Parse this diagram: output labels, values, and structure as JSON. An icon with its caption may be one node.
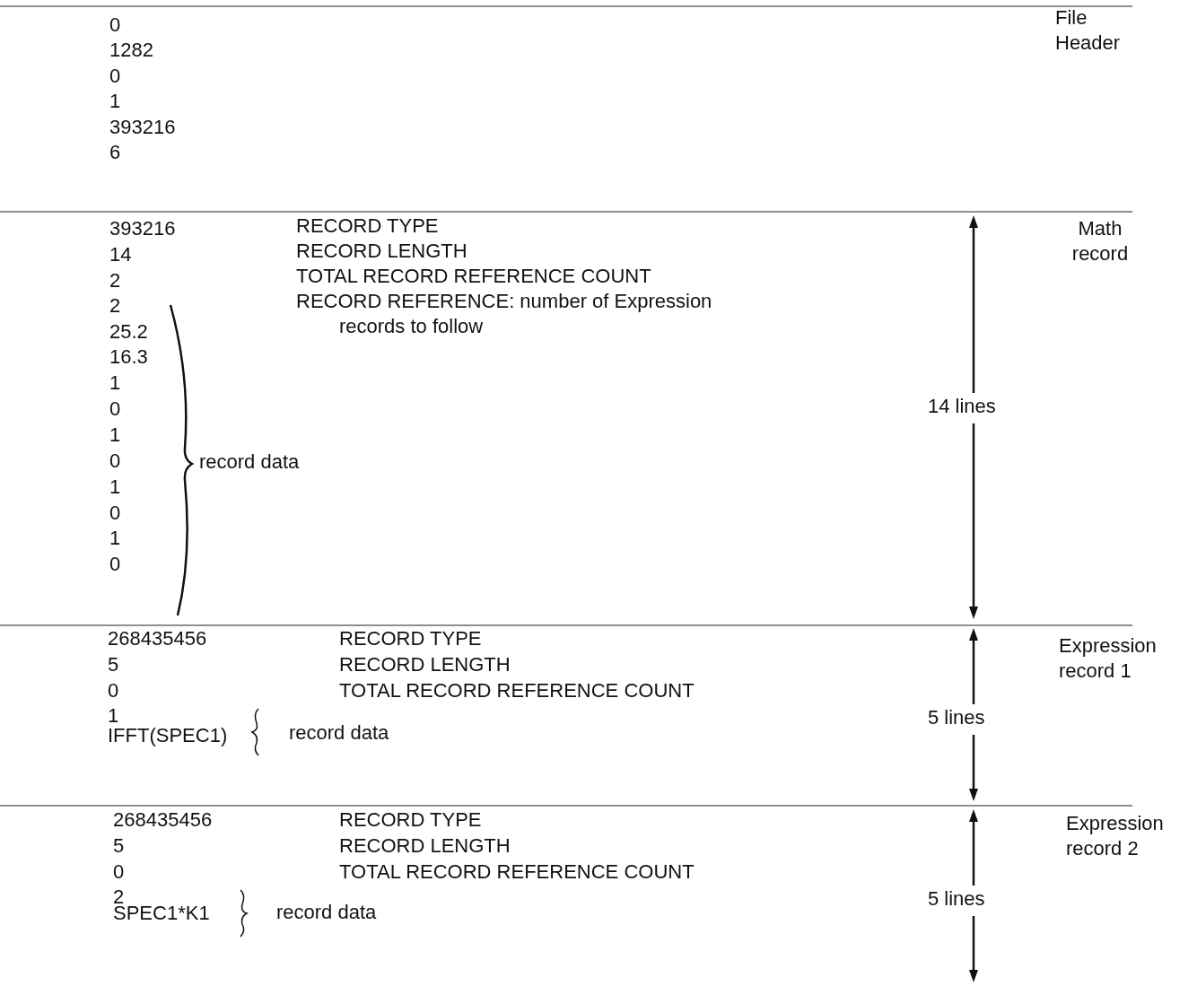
{
  "diagram": {
    "labels": [
      "0",
      "1282",
      "0",
      "1",
      "393216",
      "6",
      "File Header",
      "393216",
      "RECORD TYPE",
      "Math record",
      "14",
      "RECORD LENGTH",
      "2",
      "TOTAL RECORD REFERENCE COUNT",
      "2",
      "RECORD REFERENCE: number of Expression records to follow",
      "25.2",
      "16.3",
      "1",
      "0",
      "1",
      "0",
      "record data",
      "1",
      "0",
      "1",
      "0",
      "14 lines",
      "268435456",
      "RECORD TYPE",
      "Expression record 1",
      "5",
      "RECORD LENGTH",
      "0",
      "TOTAL RECORD REFERENCE COUNT",
      "1",
      "5 lines",
      "IFFT(SPEC1)",
      "record data",
      "268435456",
      "RECORD TYPE",
      "Expression record 2",
      "5",
      "RECORD LENGTH",
      "0",
      "TOTAL RECORD REFERENCE COUNT",
      "2",
      "5 lines",
      "SPEC1*K1",
      "record data"
    ]
  }
}
